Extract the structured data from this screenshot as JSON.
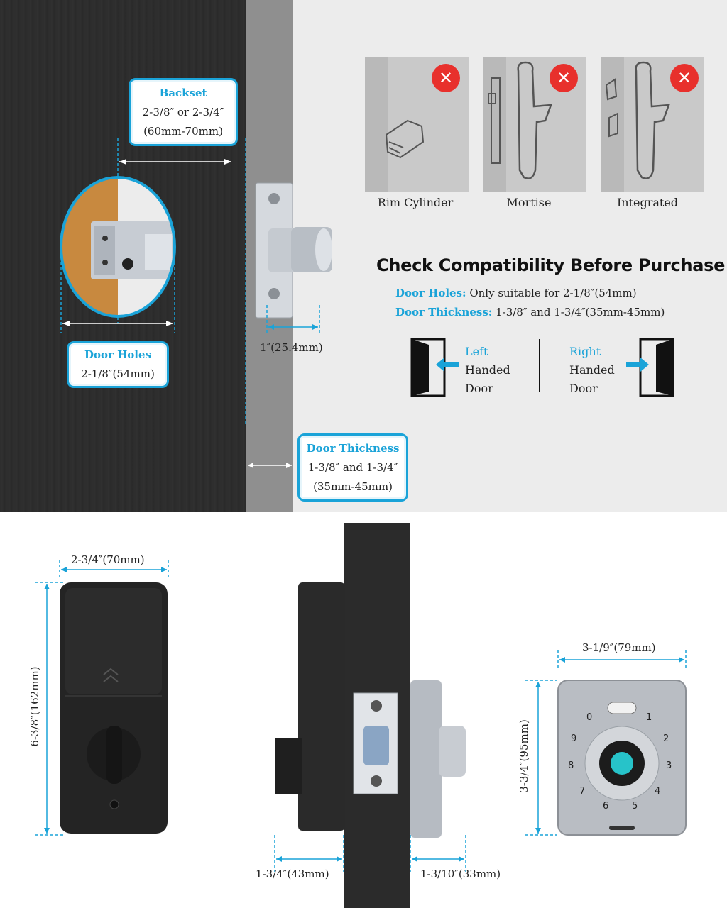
{
  "callouts": {
    "backset": {
      "title": "Backset",
      "line1": "2-3/8″ or 2-3/4″",
      "line2": "(60mm-70mm)"
    },
    "door_holes": {
      "title": "Door Holes",
      "line1": "2-1/8″(54mm)"
    },
    "door_thickness": {
      "title": "Door Thickness",
      "line1": "1-3/8″ and 1-3/4″",
      "line2": "(35mm-45mm)"
    }
  },
  "latch_length": "1″(25.4mm)",
  "incompatible": [
    {
      "label": "Rim Cylinder",
      "icon": "x-icon"
    },
    {
      "label": "Mortise",
      "icon": "x-icon"
    },
    {
      "label": "Integrated",
      "icon": "x-icon"
    }
  ],
  "compatibility": {
    "heading": "Check Compatibility Before Purchase",
    "door_holes_key": "Door Holes:",
    "door_holes_value": "Only suitable for 2-1/8″(54mm)",
    "door_thickness_key": "Door Thickness:",
    "door_thickness_value": "1-3/8″ and 1-3/4″(35mm-45mm)"
  },
  "handing": {
    "left": {
      "l1": "Left",
      "l2": "Handed",
      "l3": "Door"
    },
    "right": {
      "l1": "Right",
      "l2": "Handed",
      "l3": "Door"
    }
  },
  "dimensions": {
    "interior_width": "2-3/4″(70mm)",
    "interior_height": "6-3/8″(162mm)",
    "interior_depth": "1-3/4″(43mm)",
    "exterior_depth": "1-3/10″(33mm)",
    "keypad_width": "3-1/9″(79mm)",
    "keypad_height": "3-3/4″(95mm)"
  },
  "keypad_digits": [
    "0",
    "1",
    "2",
    "3",
    "4",
    "5",
    "6",
    "7",
    "8",
    "9"
  ],
  "colors": {
    "accent": "#1aa3d8",
    "reject": "#e8302c",
    "door": "#2d2d2d"
  }
}
